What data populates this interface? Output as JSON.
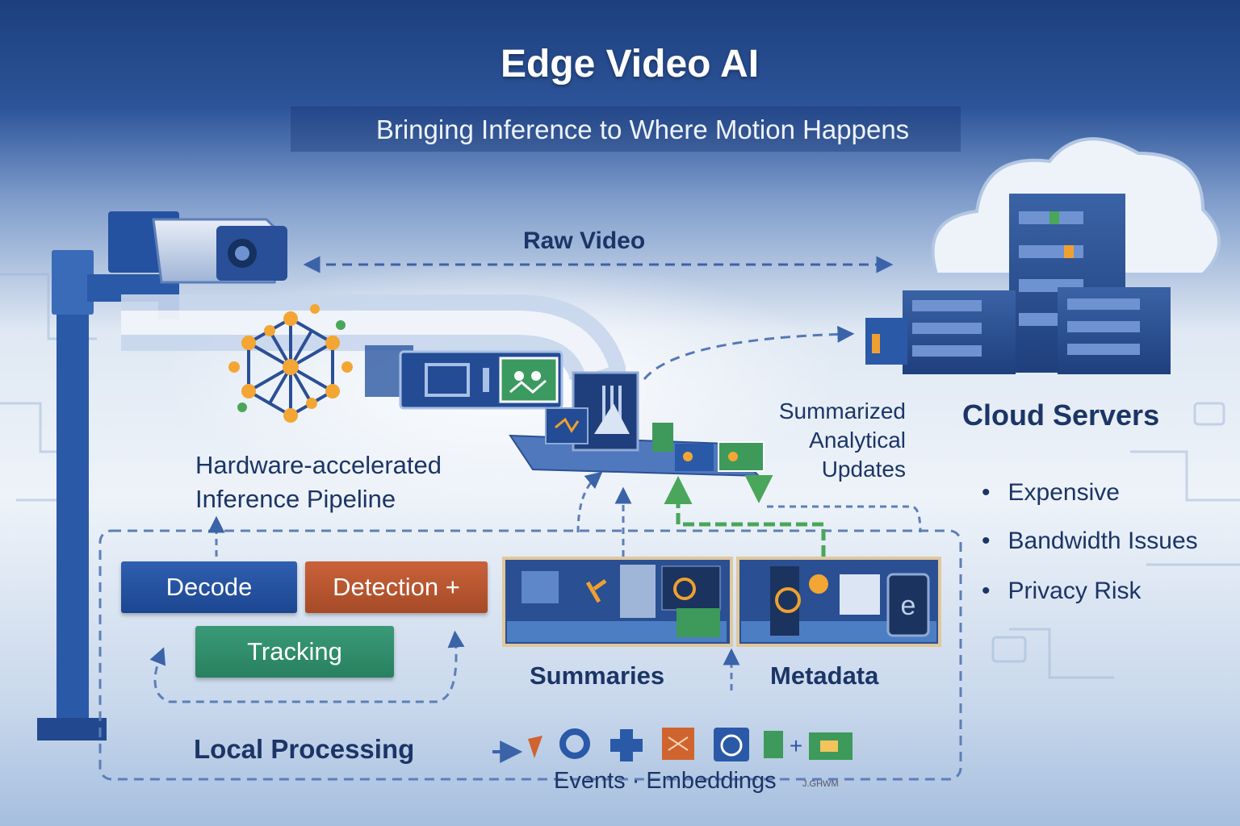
{
  "title": "Edge Video AI",
  "subtitle": "Bringing Inference to Where Motion Happens",
  "flows": {
    "raw_video": "Raw Video",
    "summarized_updates": [
      "Summarized",
      "Analytical",
      "Updates"
    ]
  },
  "edge": {
    "pipeline_label": [
      "Hardware-accelerated",
      "Inference Pipeline"
    ],
    "stages": [
      "Decode",
      "Detection +",
      "Tracking"
    ],
    "local_label": "Local Processing"
  },
  "outputs": {
    "summaries": "Summaries",
    "metadata": "Metadata",
    "events_embeddings": "Events · Embeddings",
    "signature": "J.GHWM"
  },
  "cloud": {
    "label": "Cloud Servers",
    "issues": [
      "Expensive",
      "Bandwidth Issues",
      "Privacy Risk"
    ]
  },
  "colors": {
    "navy": "#1d3f7d",
    "decode": "#2a58a6",
    "detection": "#b9552f",
    "tracking": "#2f8d6b",
    "orange_node": "#f0a030",
    "green_accent": "#3d9a5a"
  },
  "icons": [
    "security-camera-icon",
    "neural-network-icon",
    "chip-icon",
    "cloud-icon",
    "server-rack-icon",
    "pin-icon",
    "ring-icon",
    "plus-icon",
    "bowtie-icon",
    "gauge-icon",
    "location-plus-icon",
    "folder-icon"
  ]
}
